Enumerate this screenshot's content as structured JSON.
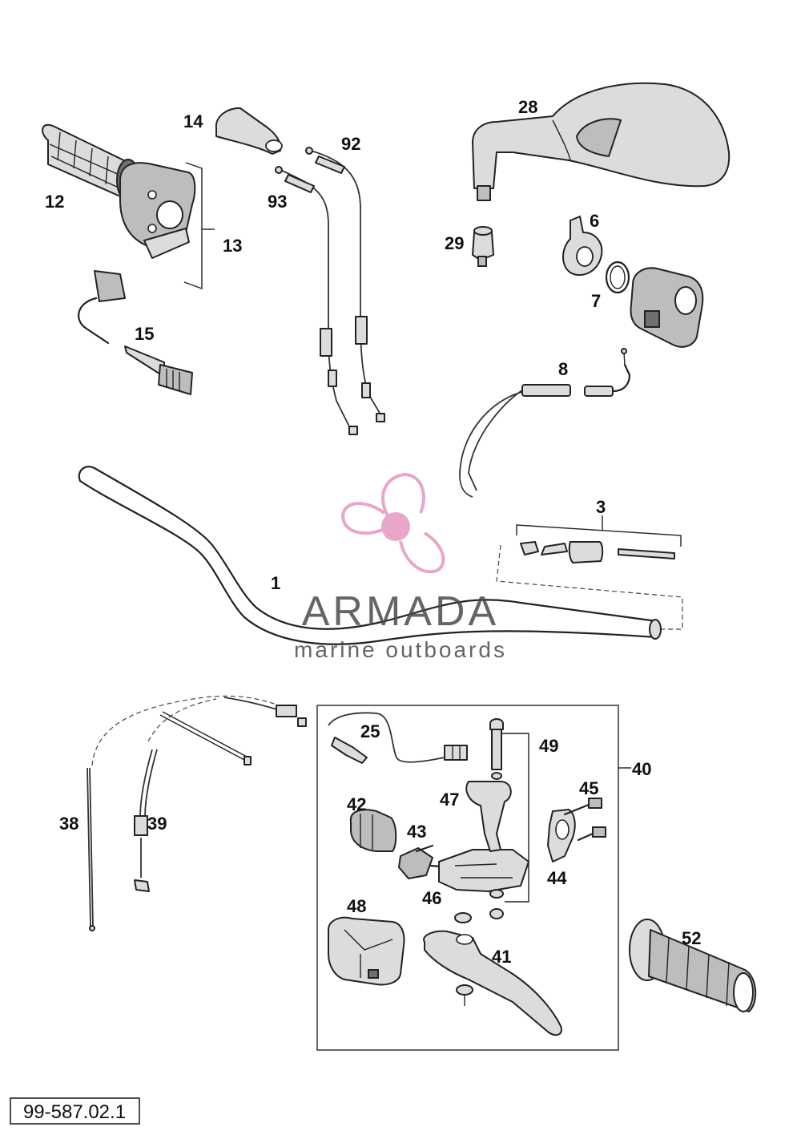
{
  "diagram": {
    "document_number": "99-587.02.1",
    "watermark": {
      "brand": "ARMADA",
      "tagline": "marine outboards"
    },
    "callouts": {
      "c1": "1",
      "c3": "3",
      "c6": "6",
      "c7": "7",
      "c8": "8",
      "c12": "12",
      "c13": "13",
      "c14": "14",
      "c15": "15",
      "c25": "25",
      "c28": "28",
      "c29": "29",
      "c38": "38",
      "c39": "39",
      "c40": "40",
      "c41": "41",
      "c42": "42",
      "c43": "43",
      "c44": "44",
      "c45": "45",
      "c46": "46",
      "c47": "47",
      "c48": "48",
      "c49": "49",
      "c52": "52",
      "c92": "92",
      "c93": "93"
    },
    "colors": {
      "line": "#222222",
      "part_fill": "#bdbdbd",
      "watermark_logo": "#e8a6c8"
    }
  }
}
